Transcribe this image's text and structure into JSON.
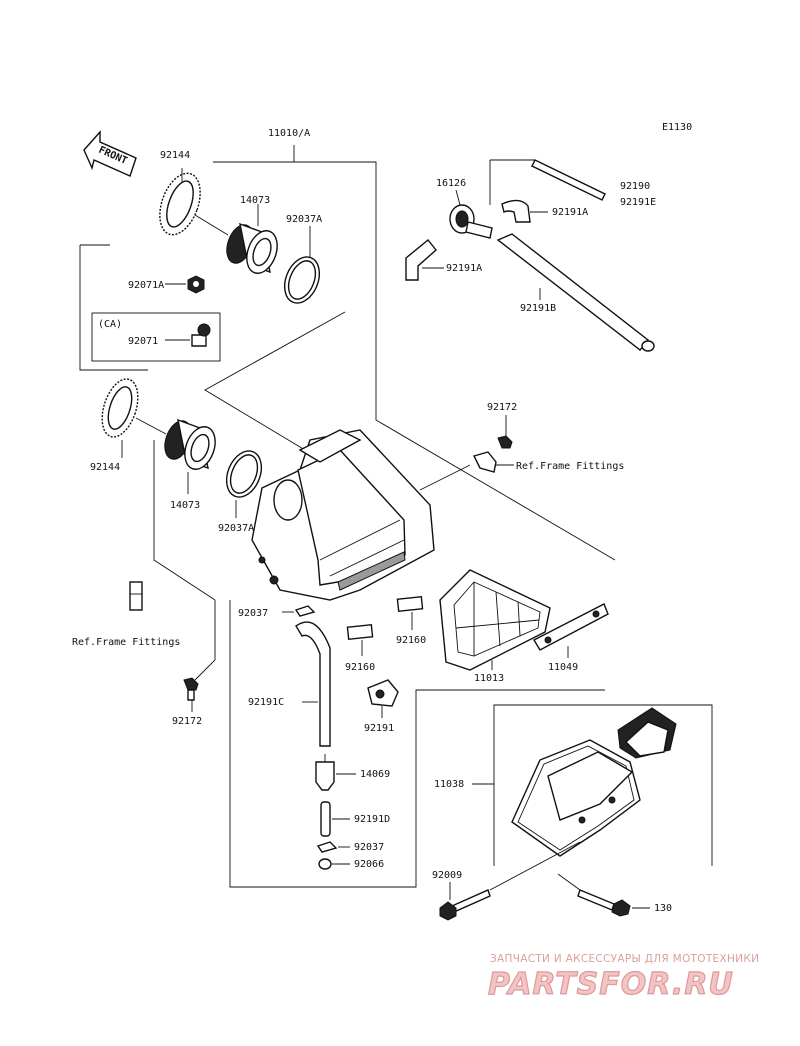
{
  "diagram_code": "E1130",
  "front_arrow_label": "FRONT",
  "ca_box_label": "(CA)",
  "watermark": {
    "tagline": "ЗАПЧАСТИ И АКСЕССУАРЫ ДЛЯ МОТОТЕХНИКИ",
    "logo": "PARTSFOR.RU"
  },
  "labels": {
    "p11010A": "11010/A",
    "p92144_top": "92144",
    "p14073_top": "14073",
    "p92037A_top": "92037A",
    "p92071A": "92071A",
    "p92071": "92071",
    "p16126": "16126",
    "p92190": "92190",
    "p92191E": "92191E",
    "p92191A_1": "92191A",
    "p92191A_2": "92191A",
    "p92191B": "92191B",
    "p92172_top": "92172",
    "ref_frame_top": "Ref.Frame Fittings",
    "p92144_mid": "92144",
    "p14073_mid": "14073",
    "p92037A_mid": "92037A",
    "p92037_top": "92037",
    "ref_frame_left": "Ref.Frame Fittings",
    "p92160_right": "92160",
    "p92160_left": "92160",
    "p11013": "11013",
    "p11049": "11049",
    "p92191C": "92191C",
    "p92191": "92191",
    "p92172_bottom": "92172",
    "p14069": "14069",
    "p92191D": "92191D",
    "p92037_bottom": "92037",
    "p92066": "92066",
    "p11038": "11038",
    "p92009": "92009",
    "p130": "130"
  }
}
